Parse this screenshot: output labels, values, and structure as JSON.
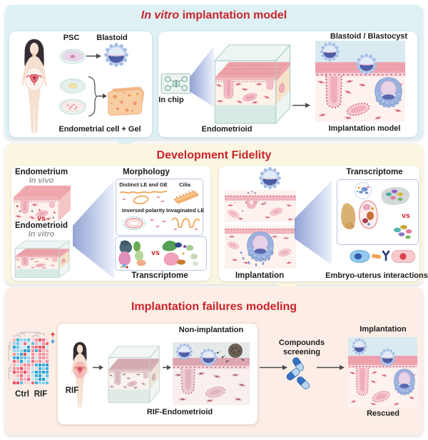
{
  "panel1": {
    "title_italic": "In vitro",
    "title_rest": "implantation model",
    "psc_label": "PSC",
    "blastoid_label": "Blastoid",
    "endometrial_caption": "Endometrial cell + Gel",
    "chip_label": "In chip",
    "endometrioid_label": "Endometrioid",
    "blastoid_blastocyst_label": "Blastoid / Blastocyst",
    "implantation_model_label": "Implantation model"
  },
  "panel2": {
    "title": "Development Fidelity",
    "endometrium_label": "Endometrium",
    "in_vivo": "In vivo",
    "vs_tissue": "vs",
    "endometrioid_label": "Endometrioid",
    "in_vitro": "In vitro",
    "morphology_title": "Morphology",
    "features": [
      "Distinct LE and GE",
      "Cilia",
      "Inversed polarity",
      "Invaginated LE"
    ],
    "vs_transcriptome_left": "vs",
    "transcriptome_label_left": "Transcriptome",
    "implantation_label": "Implantation",
    "transcriptome_title_right": "Transcriptome",
    "vs_transcriptome_right": "vs",
    "interactions_label": "Embryo-uterus interactions"
  },
  "panel3": {
    "title": "Implantation failures modeling",
    "ctrl_label": "Ctrl",
    "rif_col_label": "RIF",
    "rif_patient_label": "RIF",
    "non_implantation_label": "Non-implantation",
    "rif_endometrioid_label": "RIF-Endometrioid",
    "compounds_label": "Compounds screening",
    "implantation_label": "Implantation",
    "rescued_label": "Rescued",
    "heatmap": {
      "blue_palette": [
        "#35b1e4",
        "#5fc3ec",
        "#8fd5f2",
        "#c3e9f8",
        "#27a0d8"
      ],
      "red_palette": [
        "#ef6d80",
        "#f38fa0",
        "#f7b3bf",
        "#fad4db",
        "#ea4f66"
      ]
    }
  },
  "colors": {
    "title_red": "#c9232b",
    "panel1_bg": "#def1f5",
    "panel2_bg": "#fbf6e1",
    "panel3_bg": "#fceee6"
  }
}
